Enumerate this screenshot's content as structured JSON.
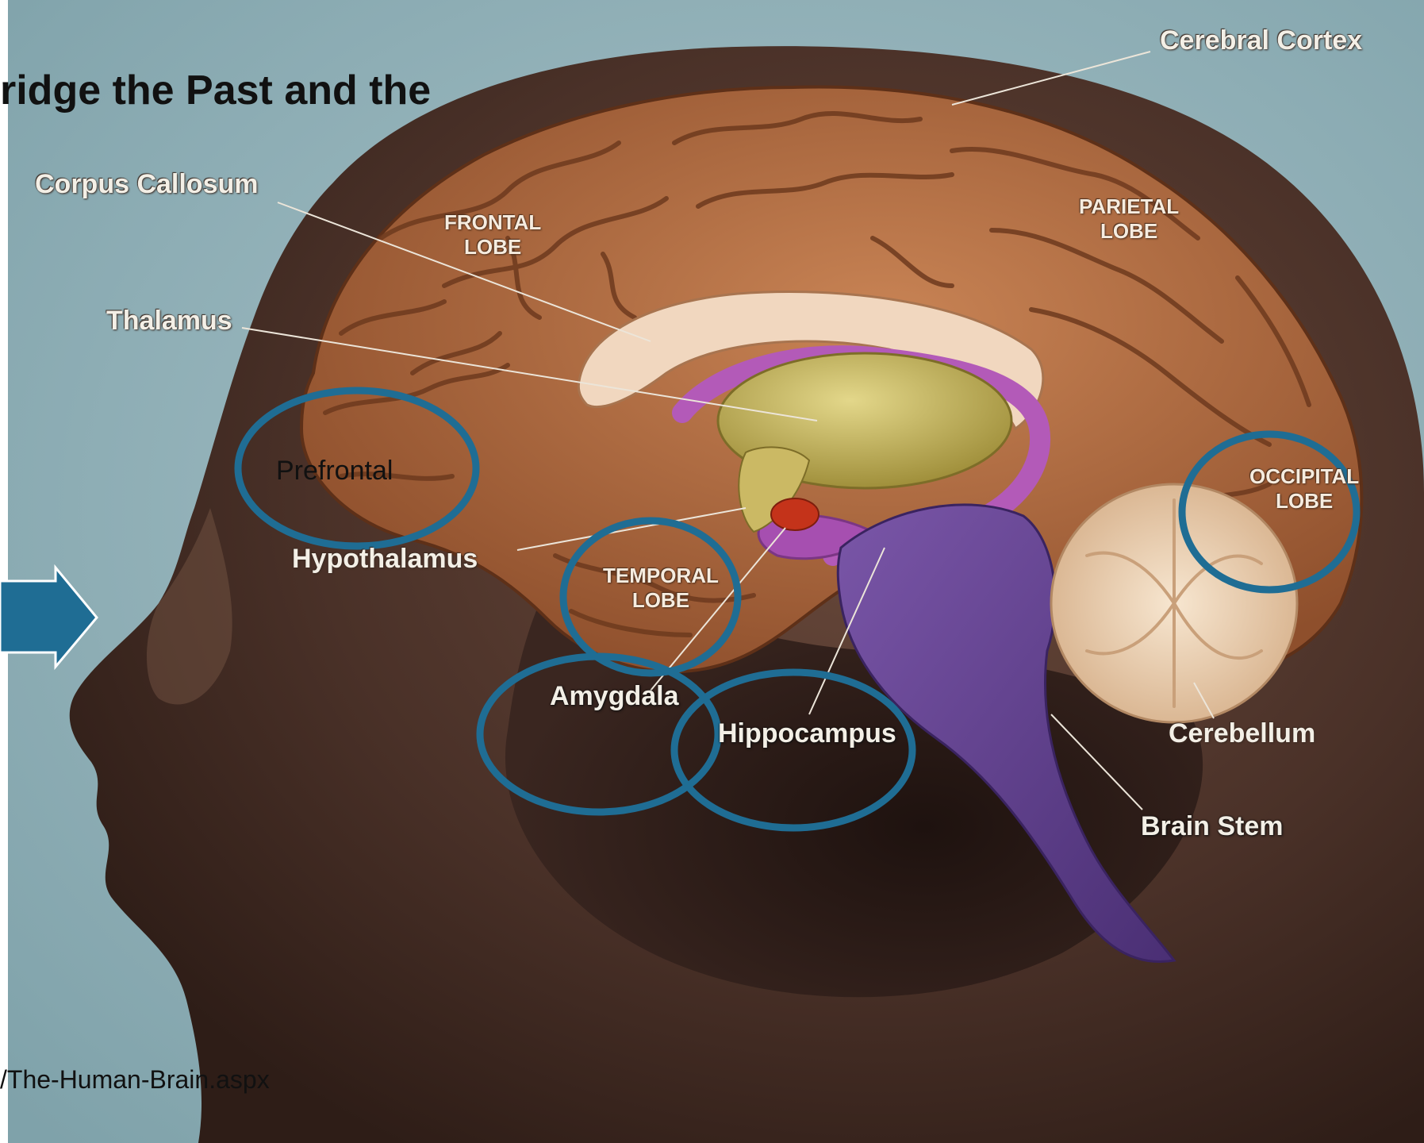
{
  "slide": {
    "title_fragment": "ridge the Past and the",
    "source_url_fragment": "/The-Human-Brain.aspx"
  },
  "labels": {
    "cerebral_cortex": "Cerebral Cortex",
    "corpus_callosum": "Corpus Callosum",
    "thalamus": "Thalamus",
    "hypothalamus": "Hypothalamus",
    "amygdala": "Amygdala",
    "hippocampus": "Hippocampus",
    "cerebellum": "Cerebellum",
    "brain_stem": "Brain Stem",
    "frontal_lobe": "FRONTAL\nLOBE",
    "parietal_lobe": "PARIETAL\nLOBE",
    "temporal_lobe": "TEMPORAL\nLOBE",
    "occipital_lobe": "OCCIPITAL\nLOBE",
    "prefrontal": "Prefrontal"
  },
  "colors": {
    "background": "#8fb0b7",
    "highlight_circle": "#1f6d94",
    "arrow": "#1f6d94",
    "cortex": "#b06a3e",
    "thalamus": "#c9b75a",
    "limbic": "#b35ab8",
    "brain_stem": "#5e3f8c",
    "cerebellum": "#ecd2b4",
    "amygdala_body": "#c4331a"
  }
}
